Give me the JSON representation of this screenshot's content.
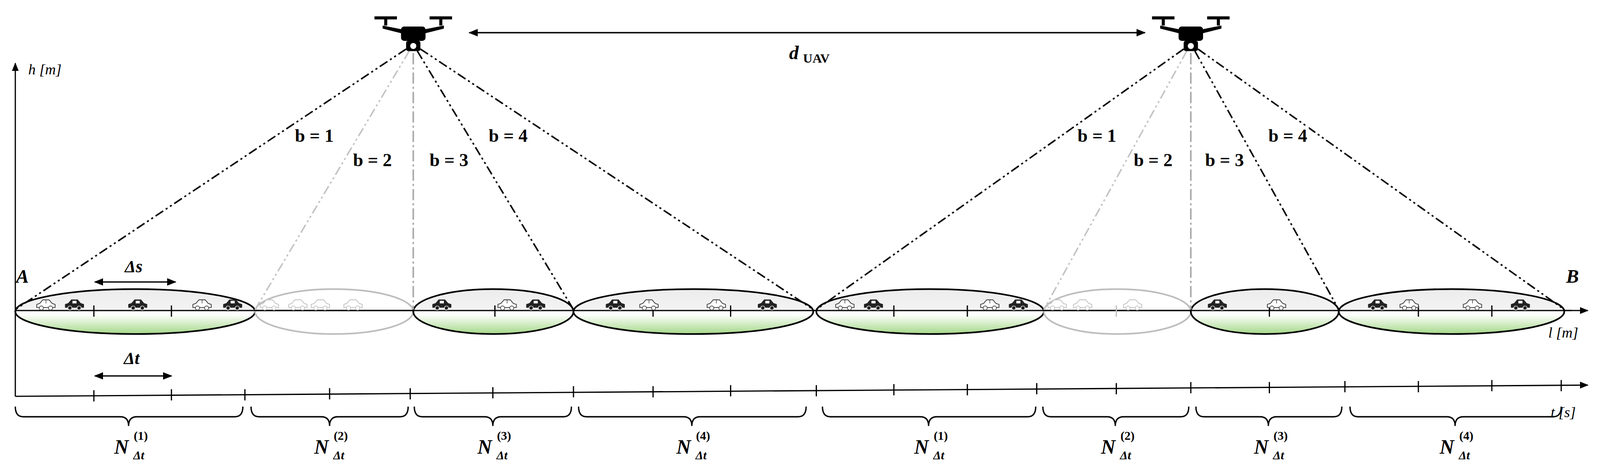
{
  "diagram": {
    "labels": [
      "h [m]",
      "d",
      "UAV",
      "A",
      "B",
      "Δs",
      "Δt",
      "l [m]",
      "t [s]",
      "b = 1",
      "b = 2",
      "b = 3",
      "b = 4",
      "b = 1",
      "b = 2",
      "b = 3",
      "b = 4",
      "N",
      "Δt",
      "(1)",
      "N",
      "Δt",
      "(2)",
      "N",
      "Δt",
      "(3)",
      "N",
      "Δt",
      "(4)",
      "N",
      "Δt",
      "(1)",
      "N",
      "Δt",
      "(2)",
      "N",
      "Δt",
      "(3)",
      "N",
      "Δt",
      "(4)"
    ]
  }
}
